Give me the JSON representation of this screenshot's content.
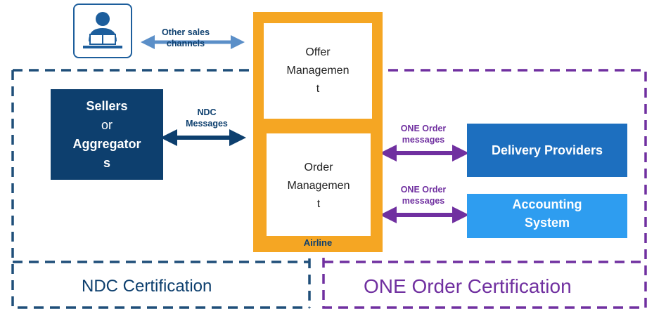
{
  "icon": {
    "name": "person-reading-icon"
  },
  "other_sales": {
    "label": "Other sales\nchannels"
  },
  "ndc_messages": {
    "label": "NDC\nMessages"
  },
  "one_order_1": {
    "label": "ONE Order\nmessages"
  },
  "one_order_2": {
    "label": "ONE Order\nmessages"
  },
  "sellers": {
    "line1": "Sellers",
    "line2": "or",
    "line3": "Aggregator",
    "line4": "s"
  },
  "offer": {
    "line1": "Offer",
    "line2": "Managemen",
    "line3": "t"
  },
  "order": {
    "line1": "Order",
    "line2": "Managemen",
    "line3": "t"
  },
  "airline": {
    "label": "Airline"
  },
  "delivery": {
    "label": "Delivery Providers"
  },
  "accounting": {
    "line1": "Accounting",
    "line2": "System"
  },
  "ndc_cert": {
    "label": "NDC Certification"
  },
  "one_cert": {
    "label": "ONE Order Certification"
  },
  "colors": {
    "navy": "#0d3f6e",
    "orange": "#f5a623",
    "purple": "#7030a0",
    "blue": "#1d6fbf",
    "light_blue": "#2e9df0",
    "dash_navy": "#1f4e79"
  }
}
